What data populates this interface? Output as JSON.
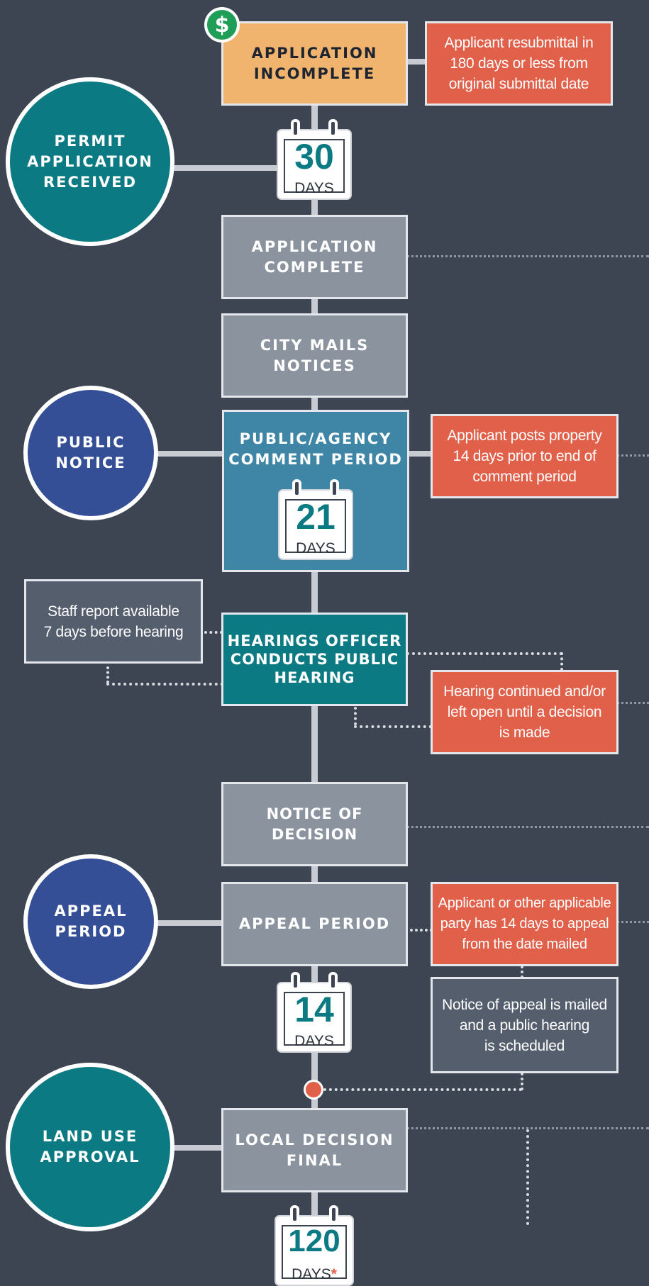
{
  "steps": {
    "application_incomplete": "APPLICATION\nINCOMPLETE",
    "application_complete": "APPLICATION\nCOMPLETE",
    "city_mails_notices": "CITY MAILS\nNOTICES",
    "comment_period": "PUBLIC/AGENCY\nCOMMENT PERIOD",
    "hearings_officer": "HEARINGS OFFICER\nCONDUCTS PUBLIC\nHEARING",
    "notice_of_decision": "NOTICE OF DECISION",
    "appeal_period": "APPEAL PERIOD",
    "local_decision_final": "LOCAL DECISION\nFINAL"
  },
  "phases": {
    "permit_application_received": "PERMIT\nAPPLICATION\nRECEIVED",
    "public_notice": "PUBLIC\nNOTICE",
    "appeal_period": "APPEAL\nPERIOD",
    "land_use_approval": "LAND USE\nAPPROVAL"
  },
  "notes": {
    "resubmittal": "Applicant resubmittal in\n180 days or less from\noriginal submittal date",
    "posts_property": "Applicant posts property\n14 days prior to end of\ncomment period",
    "staff_report": "Staff report available\n7 days before hearing",
    "hearing_continued": "Hearing continued and/or\nleft open until a decision\nis made",
    "appeal_window": "Applicant or other applicable\nparty has 14 days to appeal\nfrom the date mailed",
    "notice_of_appeal": "Notice of appeal is mailed\nand a public hearing\nis scheduled"
  },
  "calendars": {
    "c30": {
      "number": "30",
      "unit": "DAYS"
    },
    "c21": {
      "number": "21",
      "unit": "DAYS"
    },
    "c14": {
      "number": "14",
      "unit": "DAYS"
    },
    "c120": {
      "number": "120",
      "unit": "DAYS",
      "asterisk": "*"
    }
  },
  "icons": {
    "fee": "$",
    "fee_icon": "dollar-sign-icon",
    "calendar_icon": "calendar-icon"
  },
  "colors": {
    "background": "#3d4553",
    "step_gray": "#8a939e",
    "teal": "#0b7a82",
    "steel_blue": "#3f86a6",
    "navy": "#344f96",
    "orange": "#f0b46e",
    "red_note": "#e0604a",
    "slate_note": "#555e6d",
    "fee_green": "#1e9e56"
  }
}
